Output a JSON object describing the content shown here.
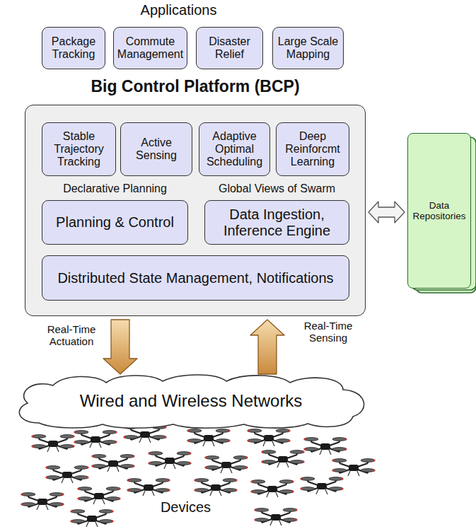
{
  "diagram": {
    "nodes": [
      {
        "text": [
          "Package Tracking"
        ]
      },
      {
        "text": [
          "Commute Management"
        ]
      },
      {
        "text": [
          "Disaster Relief"
        ]
      },
      {
        "text": [
          "Large Scale Mapping"
        ]
      },
      {
        "text": [
          "Big Control Platform (BCP)"
        ]
      },
      {
        "text": [
          "Stable Trajectory Tracking"
        ],
        "in": 4
      },
      {
        "text": [
          "Active Sensing"
        ],
        "in": 4
      },
      {
        "text": [
          "Adaptive Optimal Scheduling"
        ],
        "in": 4
      },
      {
        "text": [
          "Deep Reinforcmt Learning"
        ],
        "in": 4
      },
      {
        "text": [
          "Declarative Planning",
          "Planning & Control"
        ],
        "in": 4
      },
      {
        "text": [
          "Global Views of Swarm",
          "Data Ingestion, Inference Engine"
        ],
        "in": 4
      },
      {
        "text": [
          "Distributed State Management, Notifications"
        ],
        "in": 4
      },
      {
        "text": [
          "Data Repositories"
        ]
      },
      {
        "text": [
          "Wired and Wireless Networks"
        ]
      }
    ],
    "edges": [
      {
        "from": 4,
        "to": 12,
        "arrow": "both"
      },
      {
        "from": 4,
        "to": 13,
        "label": "Real-Time Actuation",
        "arrow": "to"
      },
      {
        "from": 13,
        "to": 4,
        "label": "Real-Time Sensing",
        "arrow": "to"
      }
    ],
    "labels": [
      "Applications",
      "Devices"
    ]
  }
}
